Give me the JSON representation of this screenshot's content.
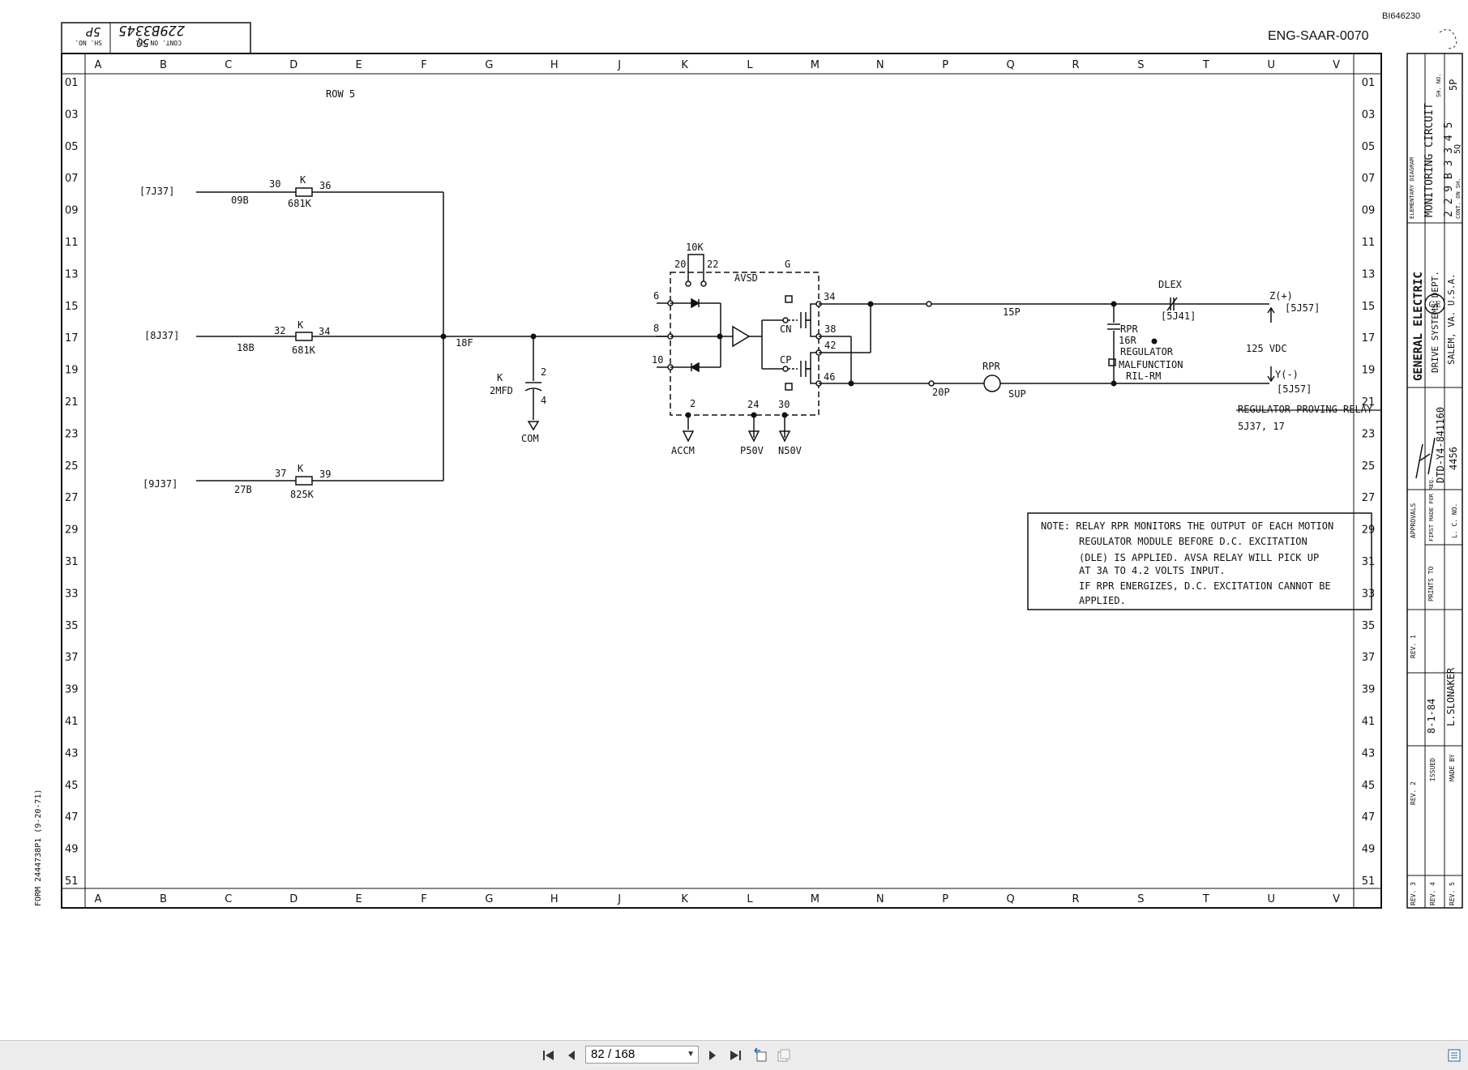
{
  "document": {
    "doc_id": "BI646230",
    "drawing_ref": "ENG-SAAR-0070",
    "row_label": "ROW 5",
    "form_number": "FORM 2444738P1 (9-20-71)",
    "top_box": {
      "cont_label": "CONT. ON SH.",
      "cont_value": "5Q",
      "sh_label": "SH. NO.",
      "sh_value": "5P",
      "drawing_no": "229B3345"
    }
  },
  "grid": {
    "columns": [
      "A",
      "B",
      "C",
      "D",
      "E",
      "F",
      "G",
      "H",
      "J",
      "K",
      "L",
      "M",
      "N",
      "P",
      "Q",
      "R",
      "S",
      "T",
      "U",
      "V"
    ],
    "rows": [
      "01",
      "03",
      "05",
      "07",
      "09",
      "11",
      "13",
      "15",
      "17",
      "19",
      "21",
      "23",
      "25",
      "27",
      "29",
      "31",
      "33",
      "35",
      "37",
      "39",
      "41",
      "43",
      "45",
      "47",
      "49",
      "51"
    ]
  },
  "schematic": {
    "inputs": [
      "[7J37]",
      "[8J37]",
      "[9J37]"
    ],
    "wires": [
      "09B",
      "18B",
      "27B",
      "18F",
      "15P",
      "20P"
    ],
    "resistors": [
      {
        "k": "K",
        "left": "30",
        "right": "36",
        "value": "681K"
      },
      {
        "k": "K",
        "left": "32",
        "right": "34",
        "value": "681K"
      },
      {
        "k": "K",
        "left": "37",
        "right": "39",
        "value": "825K"
      }
    ],
    "capacitor": {
      "k": "K",
      "value": "2MFD",
      "pin_top": "2",
      "pin_bottom": "4",
      "ground": "COM"
    },
    "module": {
      "name": "AVSD",
      "letter": "G",
      "pot": "10K",
      "pot_pins": [
        "20",
        "22"
      ],
      "left_pins": [
        "6",
        "8",
        "10"
      ],
      "right_pins": [
        "34",
        "38",
        "42",
        "46"
      ],
      "bottom_pins": [
        "2",
        "24",
        "30"
      ],
      "bottom_labels": [
        "ACCM",
        "P50V",
        "N50V"
      ],
      "contacts": [
        "CN",
        "CP"
      ]
    },
    "dlex": {
      "name": "DLEX",
      "ref": "[5J41]"
    },
    "z_terminal": {
      "label": "Z(+)",
      "ref": "[5J57]"
    },
    "y_terminal": {
      "label": "Y(-)",
      "ref": "[5J57]"
    },
    "supply": "125 VDC",
    "rpr_contact": {
      "name": "RPR",
      "rating": "16R",
      "line1": "REGULATOR",
      "line2": "MALFUNCTION",
      "line3": "RIL-RM"
    },
    "rpr_coil": {
      "name": "RPR",
      "sup": "SUP"
    },
    "proving": {
      "title": "REGULATOR PROVING RELAY",
      "ref": "5J37, 17"
    }
  },
  "note": {
    "lines": [
      "NOTE: RELAY RPR MONITORS THE OUTPUT OF EACH MOTION",
      "REGULATOR MODULE BEFORE D.C. EXCITATION",
      "(DLE) IS APPLIED.  AVSA RELAY WILL PICK UP",
      "AT 3A TO 4.2 VOLTS INPUT.",
      "IF RPR ENERGIZES, D.C. EXCITATION CANNOT BE",
      "APPLIED."
    ]
  },
  "title_block": {
    "elementary": "ELEMENTARY DIAGRAM",
    "title": "MONITORING CIRCUIT",
    "drawing_no": "2 2 9 B 3 3 4 5",
    "cont_on": "CONT. ON SH.",
    "cont_value": "5Q",
    "sh_no_label": "SH. NO.",
    "sh_no": "5P",
    "company": "GENERAL ELECTRIC",
    "dept": "DRIVE SYSTEMS DEPT.",
    "location": "SALEM, VA. U.S.A.",
    "approvals_label": "APPROVALS",
    "approvals_sig": "H.K.",
    "first_made_label": "FIRST MADE FOR REQ.",
    "first_made": "DTD-Y4-841160",
    "lc_label": "L. C. NO.",
    "lc": "4456",
    "prints_to": "PRINTS TO",
    "rev1": "REV. 1",
    "rev2": "REV. 2",
    "rev3": "REV. 3",
    "rev4": "REV. 4",
    "rev5": "REV. 5",
    "issued_label": "ISSUED",
    "issued": "8-1-84",
    "made_by_label": "MADE BY",
    "made_by": "L.SLONAKER"
  },
  "toolbar": {
    "page_indicator": "82 / 168"
  }
}
